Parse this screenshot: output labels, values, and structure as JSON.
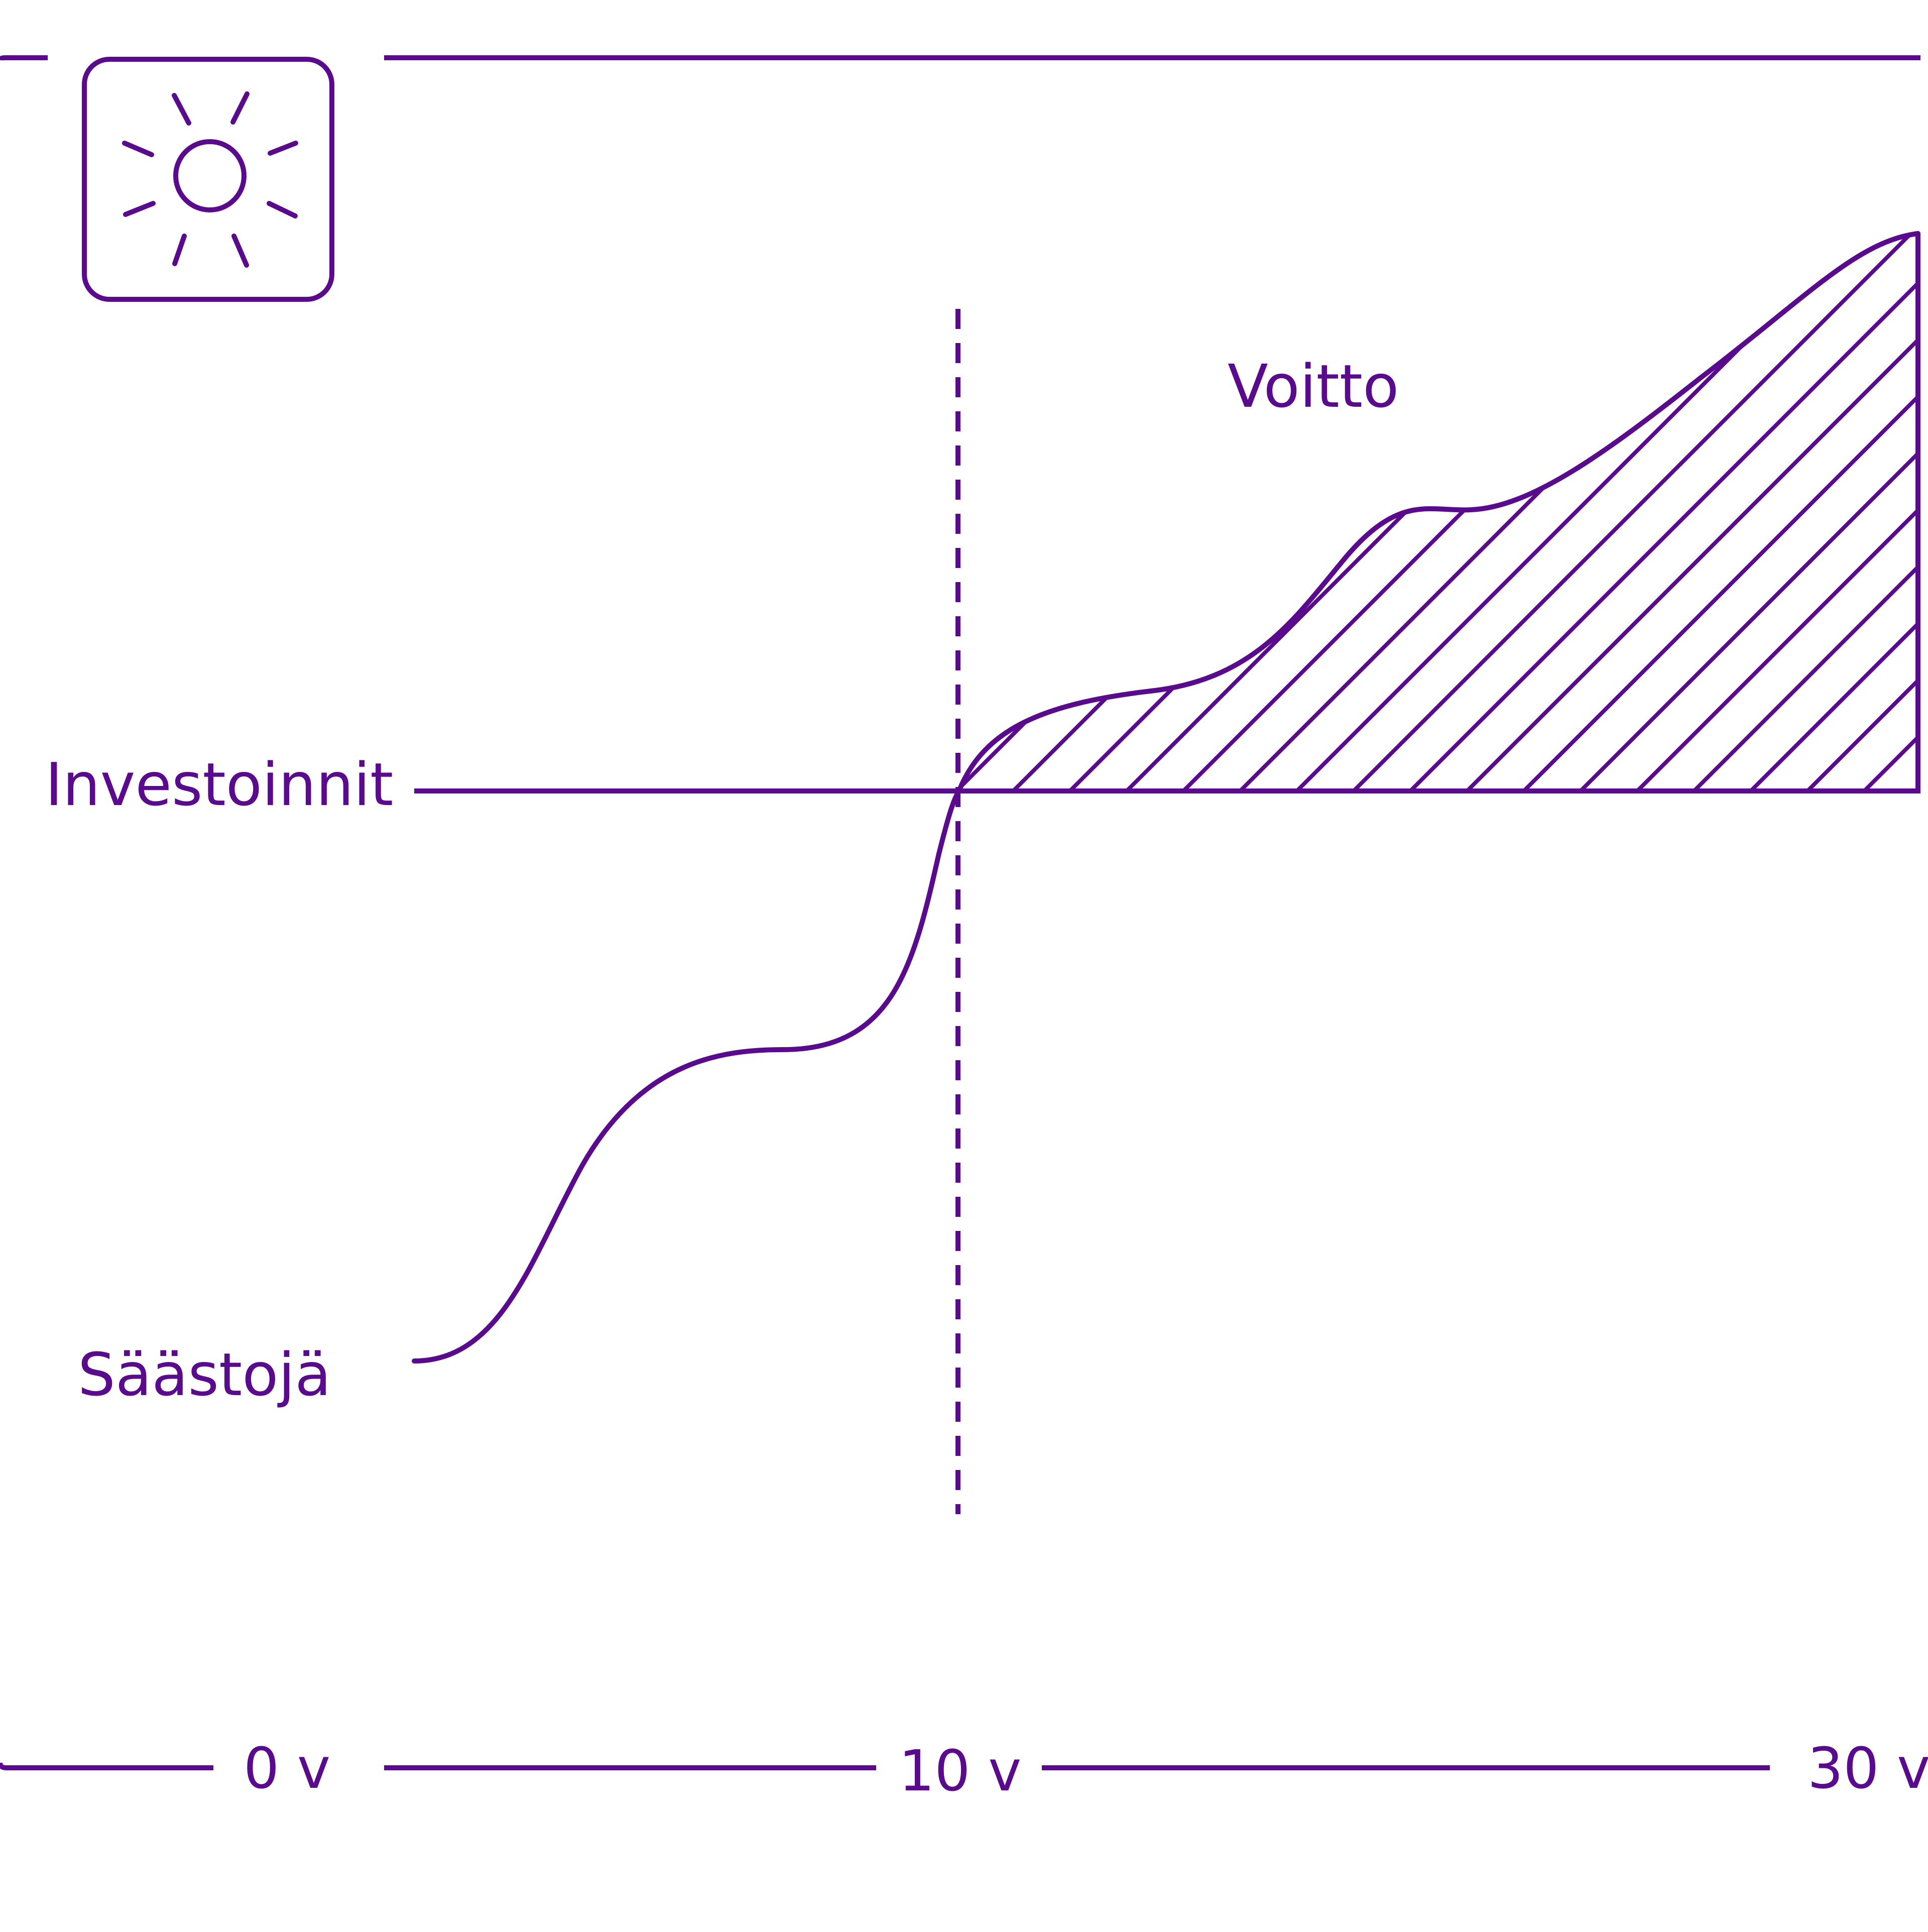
{
  "colors": {
    "line": "#5a0a8c",
    "background": "#ffffff"
  },
  "icon": {
    "name": "sun-icon"
  },
  "labels": {
    "investments": "Investoinnit",
    "savings": "Säästojä",
    "profit": "Voitto"
  },
  "axis": {
    "ticks": [
      "0 v",
      "10 v",
      "30 v"
    ]
  }
}
